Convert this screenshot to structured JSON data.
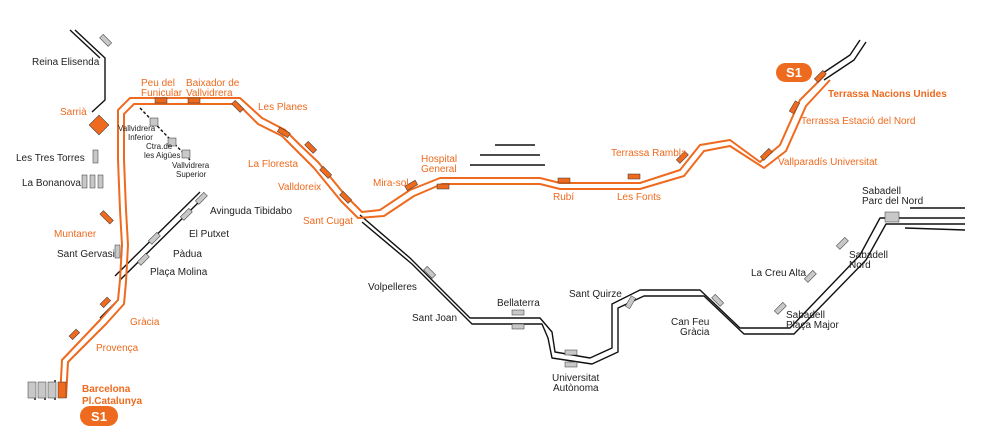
{
  "line": {
    "name": "S1",
    "color": "#ee6a1e",
    "track_color": "#111111",
    "platform_grey": "#c8c8c8"
  },
  "termini": {
    "north": "Terrassa Nacions Unides",
    "south_line1": "Barcelona",
    "south_line2": "Pl.Catalunya"
  },
  "stations_s1": {
    "provenca": "Provença",
    "gracia": "Gràcia",
    "muntaner": "Muntaner",
    "sarria": "Sarrià",
    "peu_funicular_1": "Peu del",
    "peu_funicular_2": "Funicular",
    "baixador_1": "Baixador de",
    "baixador_2": "Vallvidrera",
    "les_planes": "Les Planes",
    "la_floresta": "La Floresta",
    "valldoreix": "Valldoreix",
    "sant_cugat": "Sant Cugat",
    "mira_sol": "Mira-sol",
    "hospital_1": "Hospital",
    "hospital_2": "General",
    "rubi": "Rubí",
    "les_fonts": "Les Fonts",
    "terrassa_rambla": "Terrassa Rambla",
    "vallparadis": "Vallparadís Universitat",
    "terrassa_estacio": "Terrassa Estació del Nord"
  },
  "stations_other": {
    "reina_elisenda": "Reina Elisenda",
    "les_tres_torres": "Les Tres Torres",
    "la_bonanova": "La Bonanova",
    "sant_gervasi": "Sant Gervasi",
    "padua": "Pàdua",
    "placa_molina": "Plaça Molina",
    "el_putxet": "El Putxet",
    "av_tibidabo": "Avinguda Tibidabo",
    "vallvidrera_inf_1": "Vallvidrera",
    "vallvidrera_inf_2": "Inferior",
    "ctra_aigues_1": "Ctra.de",
    "ctra_aigues_2": "les Aigües",
    "vallvidrera_sup_1": "Vallvidrera",
    "vallvidrera_sup_2": "Superior",
    "volpelleres": "Volpelleres",
    "sant_joan": "Sant Joan",
    "bellaterra": "Bellaterra",
    "uab_1": "Universitat",
    "uab_2": "Autònoma",
    "sant_quirze": "Sant Quirze",
    "can_feu_1": "Can Feu",
    "can_feu_2": "Gràcia",
    "placa_major_1": "Sabadell",
    "placa_major_2": "Plaça Major",
    "la_creu_alta": "La Creu Alta",
    "sab_nord_1": "Sabadell",
    "sab_nord_2": "Nord",
    "parc_nord_1": "Sabadell",
    "parc_nord_2": "Parc del Nord"
  }
}
